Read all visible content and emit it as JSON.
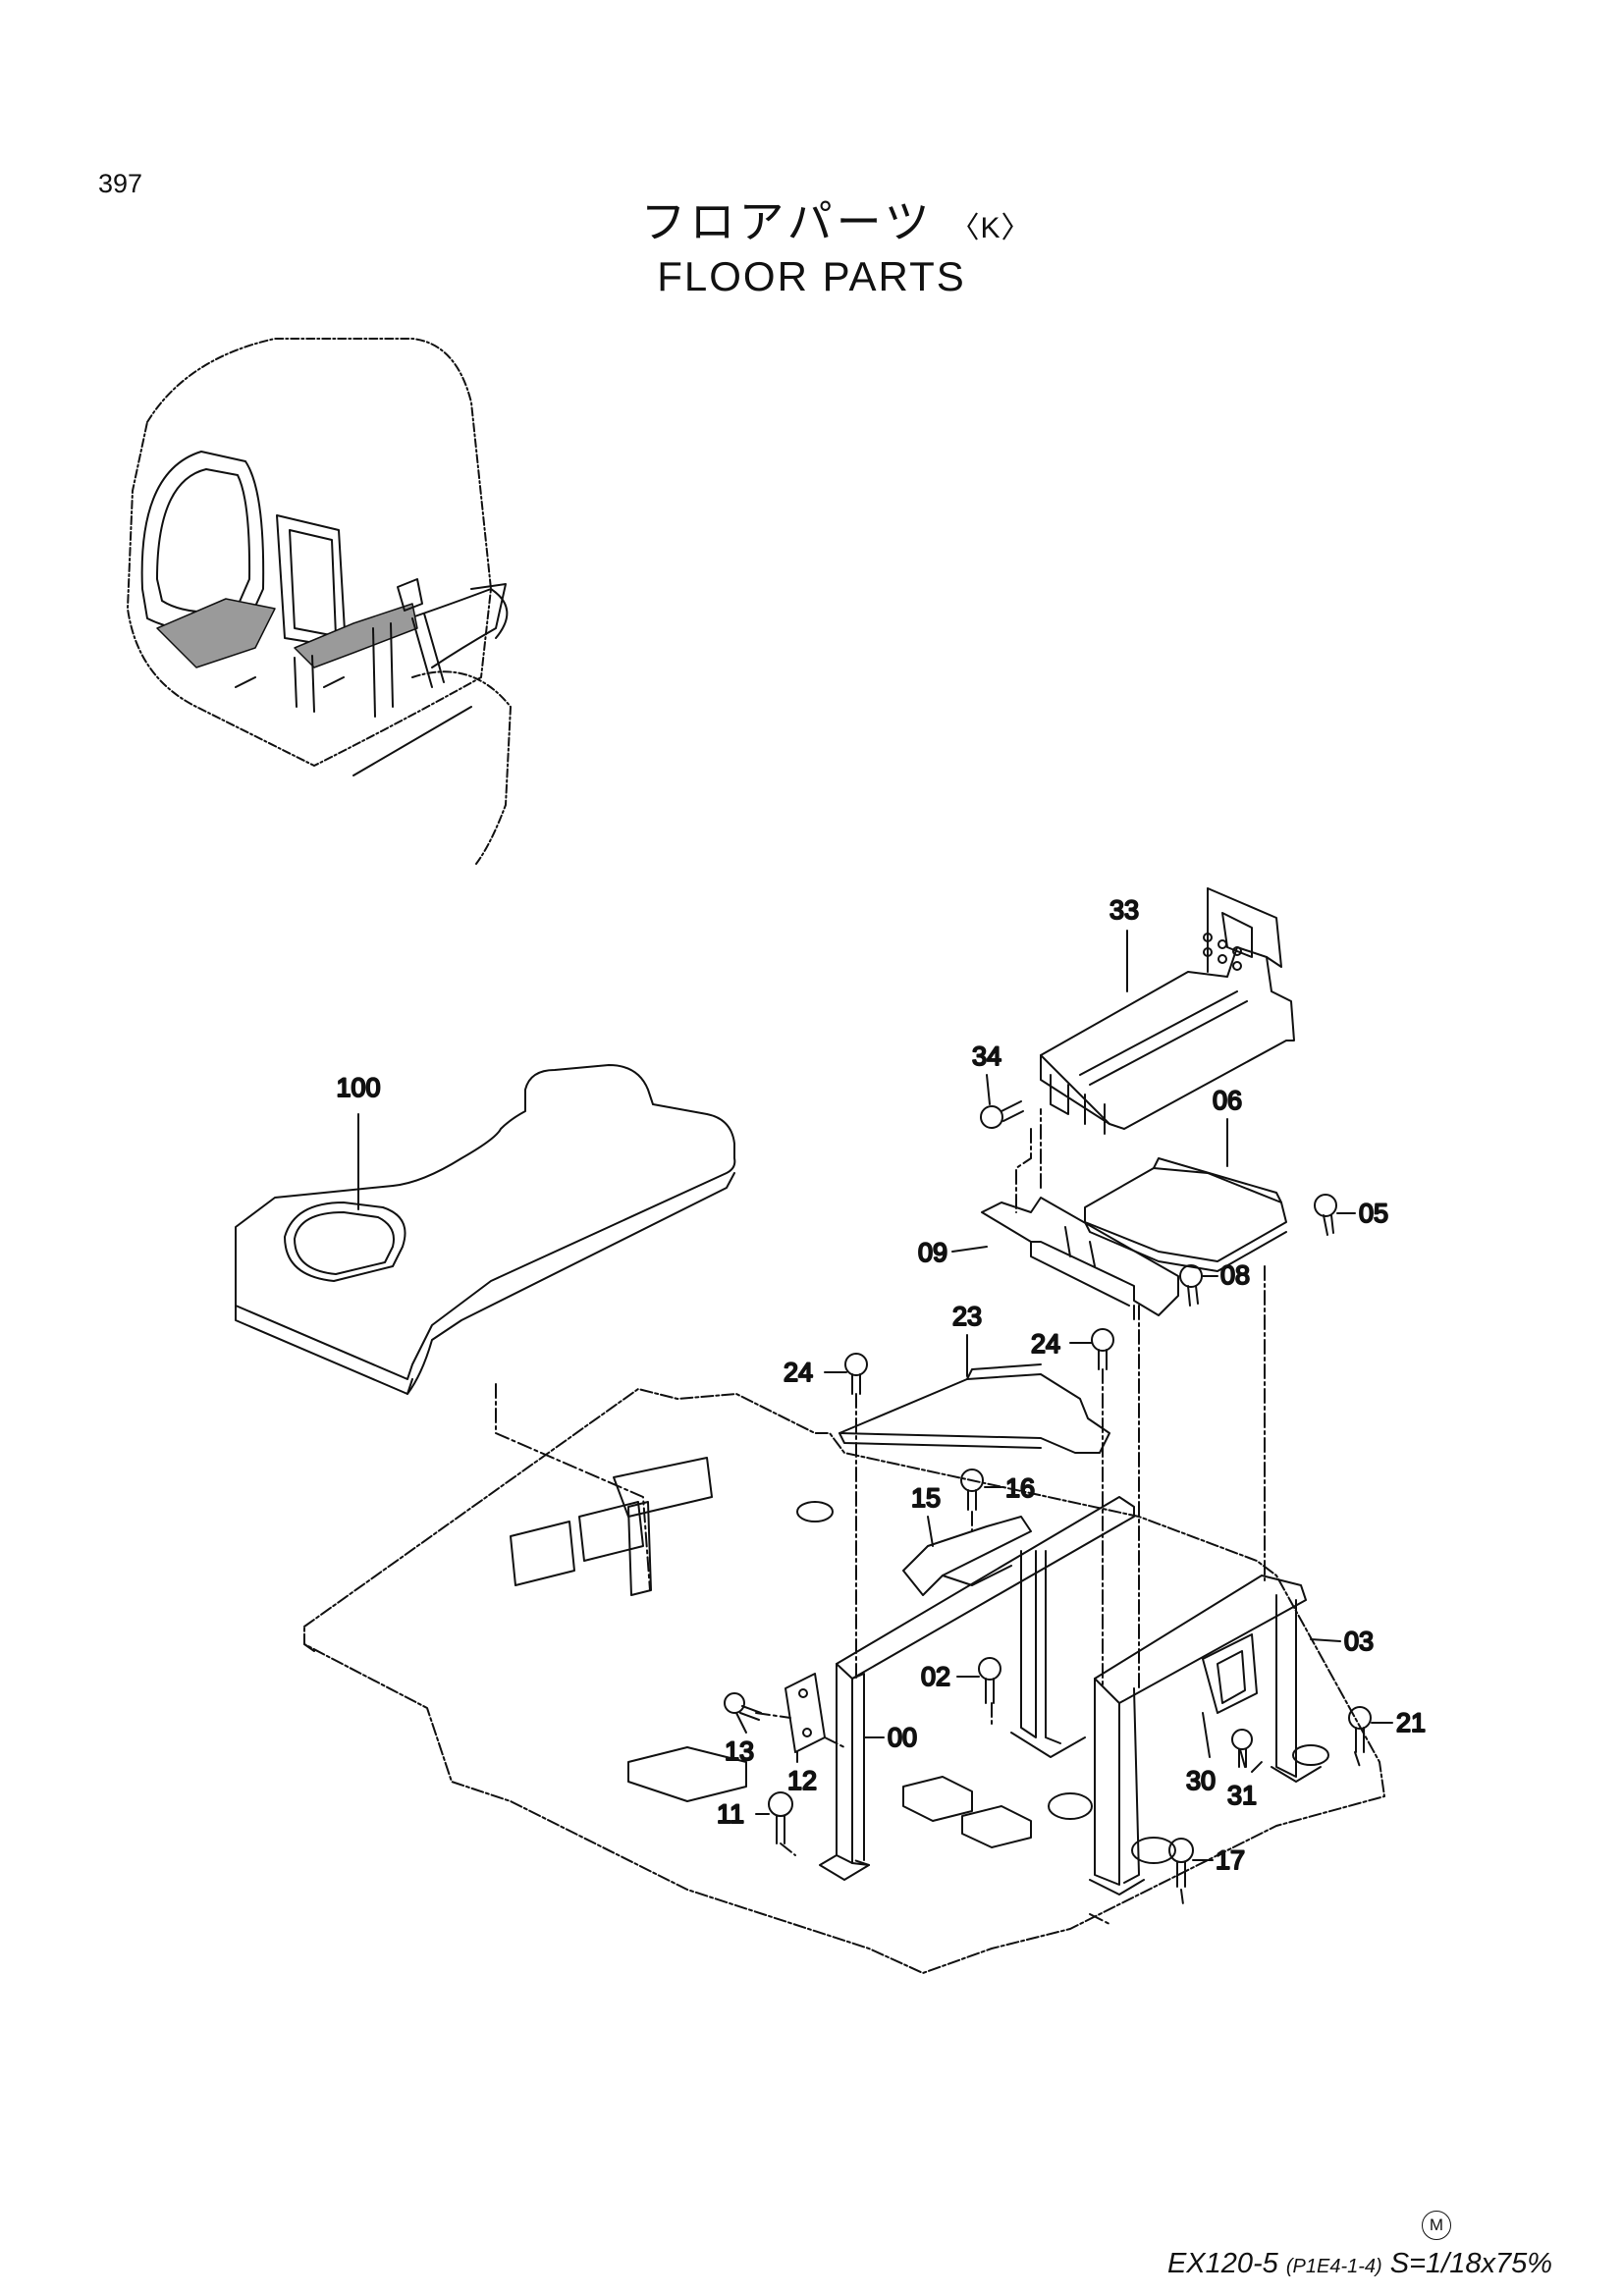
{
  "page": {
    "number": "397"
  },
  "title": {
    "japanese": "フロアパーツ",
    "japanese_suffix": "〈K〉",
    "english": "FLOOR PARTS"
  },
  "callouts": [
    {
      "id": "33",
      "label": "33"
    },
    {
      "id": "34",
      "label": "34"
    },
    {
      "id": "100",
      "label": "100"
    },
    {
      "id": "06",
      "label": "06"
    },
    {
      "id": "05",
      "label": "05"
    },
    {
      "id": "09",
      "label": "09"
    },
    {
      "id": "08",
      "label": "08"
    },
    {
      "id": "23",
      "label": "23"
    },
    {
      "id": "24a",
      "label": "24"
    },
    {
      "id": "24b",
      "label": "24"
    },
    {
      "id": "16",
      "label": "16"
    },
    {
      "id": "15",
      "label": "15"
    },
    {
      "id": "03",
      "label": "03"
    },
    {
      "id": "02",
      "label": "02"
    },
    {
      "id": "21",
      "label": "21"
    },
    {
      "id": "00",
      "label": "00"
    },
    {
      "id": "13",
      "label": "13"
    },
    {
      "id": "12",
      "label": "12"
    },
    {
      "id": "30",
      "label": "30"
    },
    {
      "id": "31",
      "label": "31"
    },
    {
      "id": "11",
      "label": "11"
    },
    {
      "id": "17",
      "label": "17"
    }
  ],
  "footer": {
    "mark": "M",
    "model": "EX120-5",
    "code": "(P1E4-1-4)",
    "scale": "S=1/18x75%"
  }
}
